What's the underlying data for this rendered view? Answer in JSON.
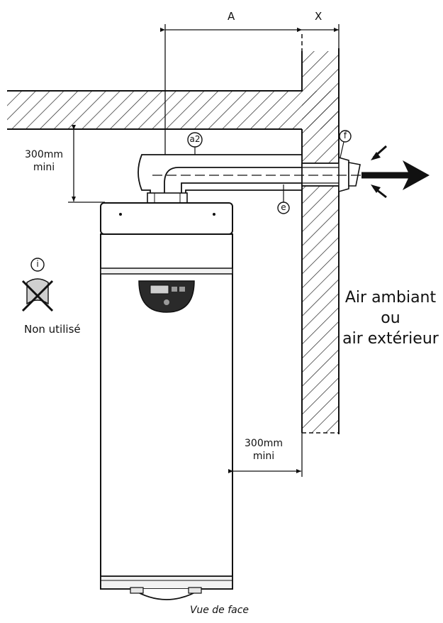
{
  "dimensions": {
    "a": "A",
    "x": "X",
    "top_clearance": "300mm\nmini",
    "side_clearance": "300mm\nmini"
  },
  "references": {
    "a2": "a2",
    "e": "e",
    "f": "f",
    "i": "i"
  },
  "labels": {
    "air_source": "Air ambiant\nou\nair extérieur",
    "not_used": "Non utilisé",
    "caption": "Vue de face"
  },
  "icons": {
    "info": "info-circle-icon",
    "not_used": "crossed-out-icon",
    "flow_out": "arrow-right-icon",
    "flow_in": "arrow-in-icon"
  }
}
